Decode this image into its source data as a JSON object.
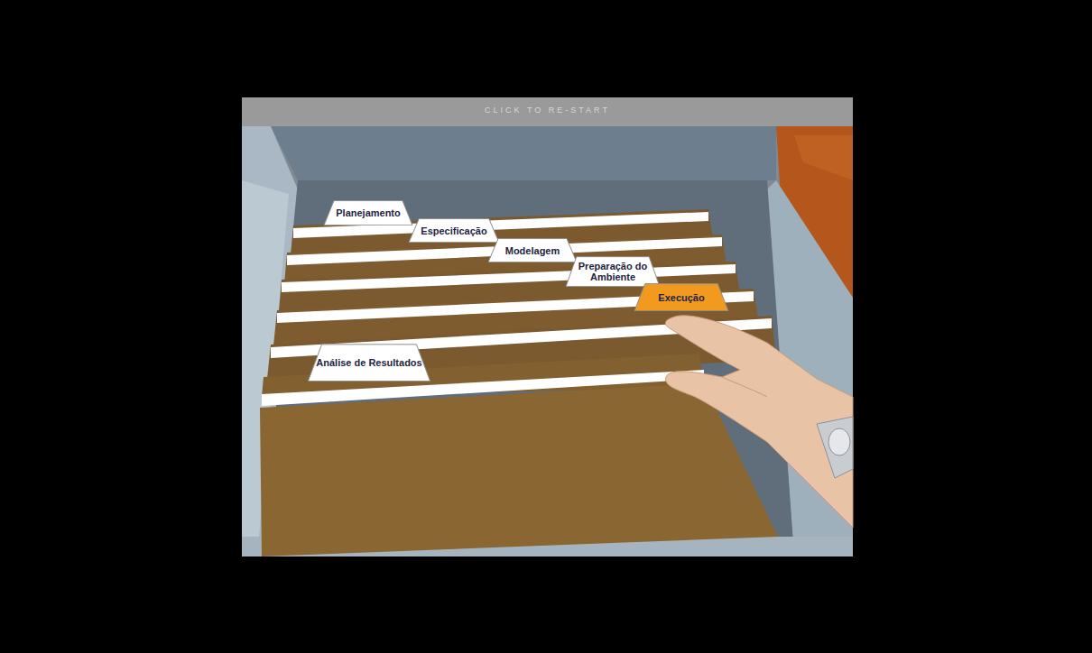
{
  "diagram": {
    "nodes": [
      {
        "text": [
          "Planejamento"
        ]
      },
      {
        "text": [
          "Especificação"
        ]
      },
      {
        "text": [
          "Modelagem"
        ]
      },
      {
        "text": [
          "Preparação do Ambiente"
        ]
      },
      {
        "text": [
          "Execução"
        ]
      },
      {
        "text": [
          "Análise de Resultados"
        ]
      }
    ],
    "labels": [
      "CLICK TO RE-START"
    ]
  }
}
